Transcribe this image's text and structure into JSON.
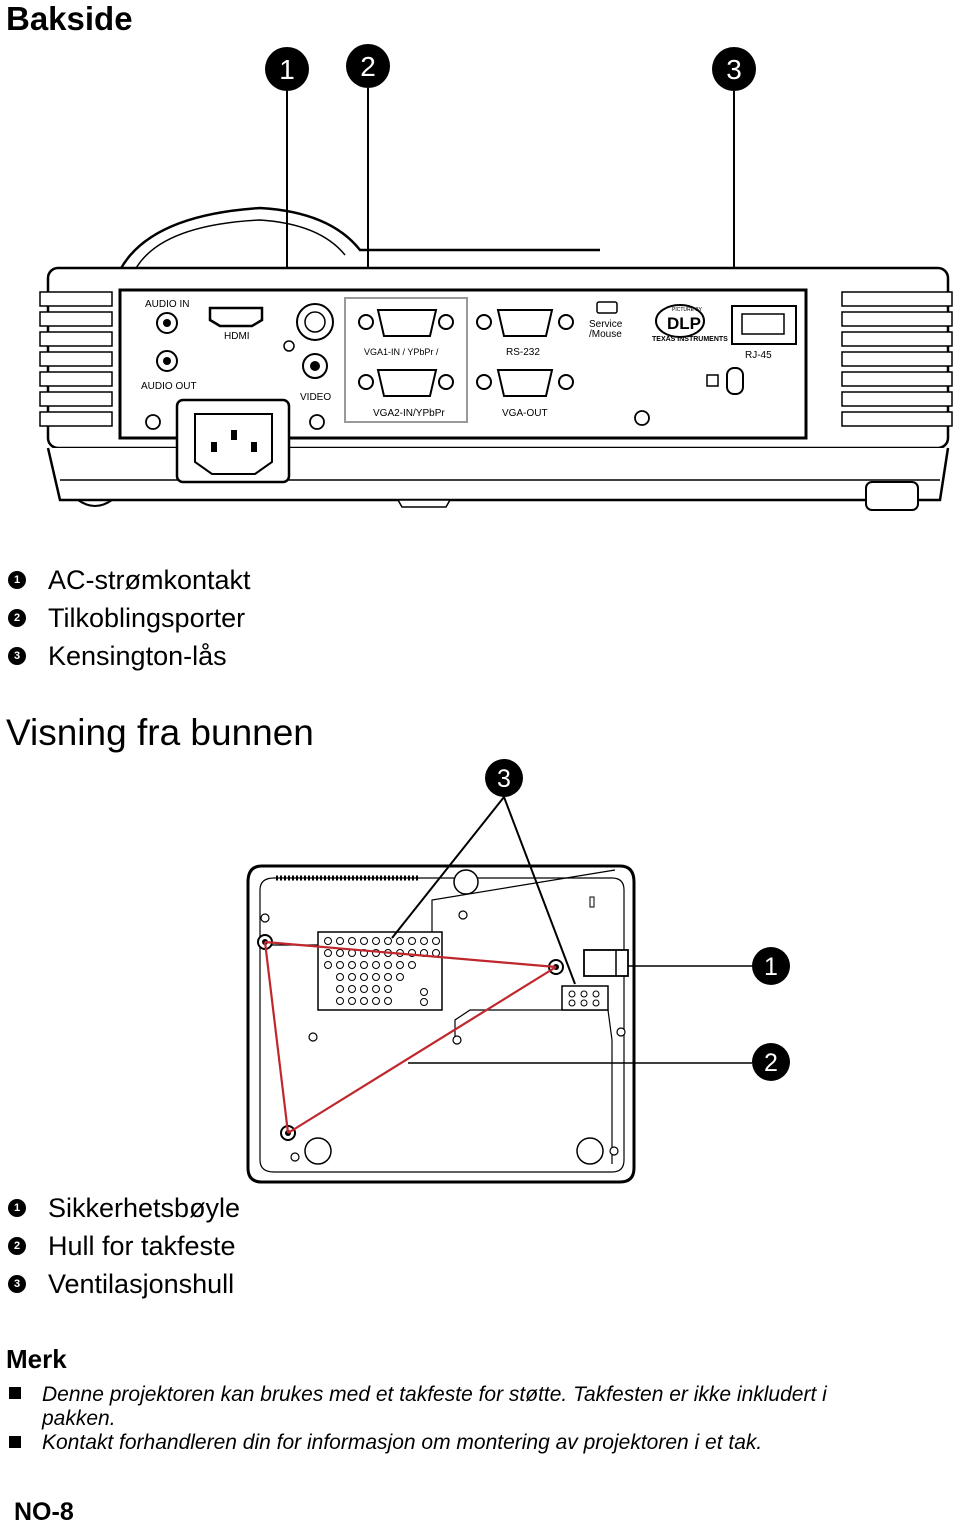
{
  "section_back": {
    "title": "Bakside",
    "callouts": [
      "1",
      "2",
      "3"
    ],
    "port_labels": {
      "audio_in": "AUDIO IN",
      "audio_out": "AUDIO OUT",
      "hdmi": "HDMI",
      "video": "VIDEO",
      "vga1": "VGA1-IN / YPbPr / ",
      "vga2": "VGA2-IN/YPbPr",
      "rs232": "RS-232",
      "vga_out": "VGA-OUT",
      "service": "Service",
      "mouse": "/Mouse",
      "dlp_top": "PICTURE BY",
      "dlp": "DLP",
      "ti": "TEXAS INSTRUMENTS",
      "rj45": "RJ-45"
    },
    "legend": [
      {
        "num": "1",
        "text": "AC-strømkontakt"
      },
      {
        "num": "2",
        "text": "Tilkoblingsporter"
      },
      {
        "num": "3",
        "text": "Kensington-lås"
      }
    ]
  },
  "section_bottom": {
    "title": "Visning fra bunnen",
    "callouts": [
      "3",
      "1",
      "2"
    ],
    "legend": [
      {
        "num": "1",
        "text": "Sikkerhetsbøyle"
      },
      {
        "num": "2",
        "text": "Hull for takfeste"
      },
      {
        "num": "3",
        "text": "Ventilasjonshull"
      }
    ]
  },
  "note": {
    "title": "Merk",
    "items": [
      {
        "line1": "Denne projektoren kan brukes med et takfeste for støtte. Takfesten er ikke inkludert i",
        "line2": "pakken."
      },
      {
        "line1": "Kontakt forhandleren din for informasjon om montering av projektoren i et tak.",
        "line2": ""
      }
    ]
  },
  "footer": {
    "page": "NO-8"
  },
  "colors": {
    "accent_line": "#c0272d",
    "ink": "#000000"
  }
}
